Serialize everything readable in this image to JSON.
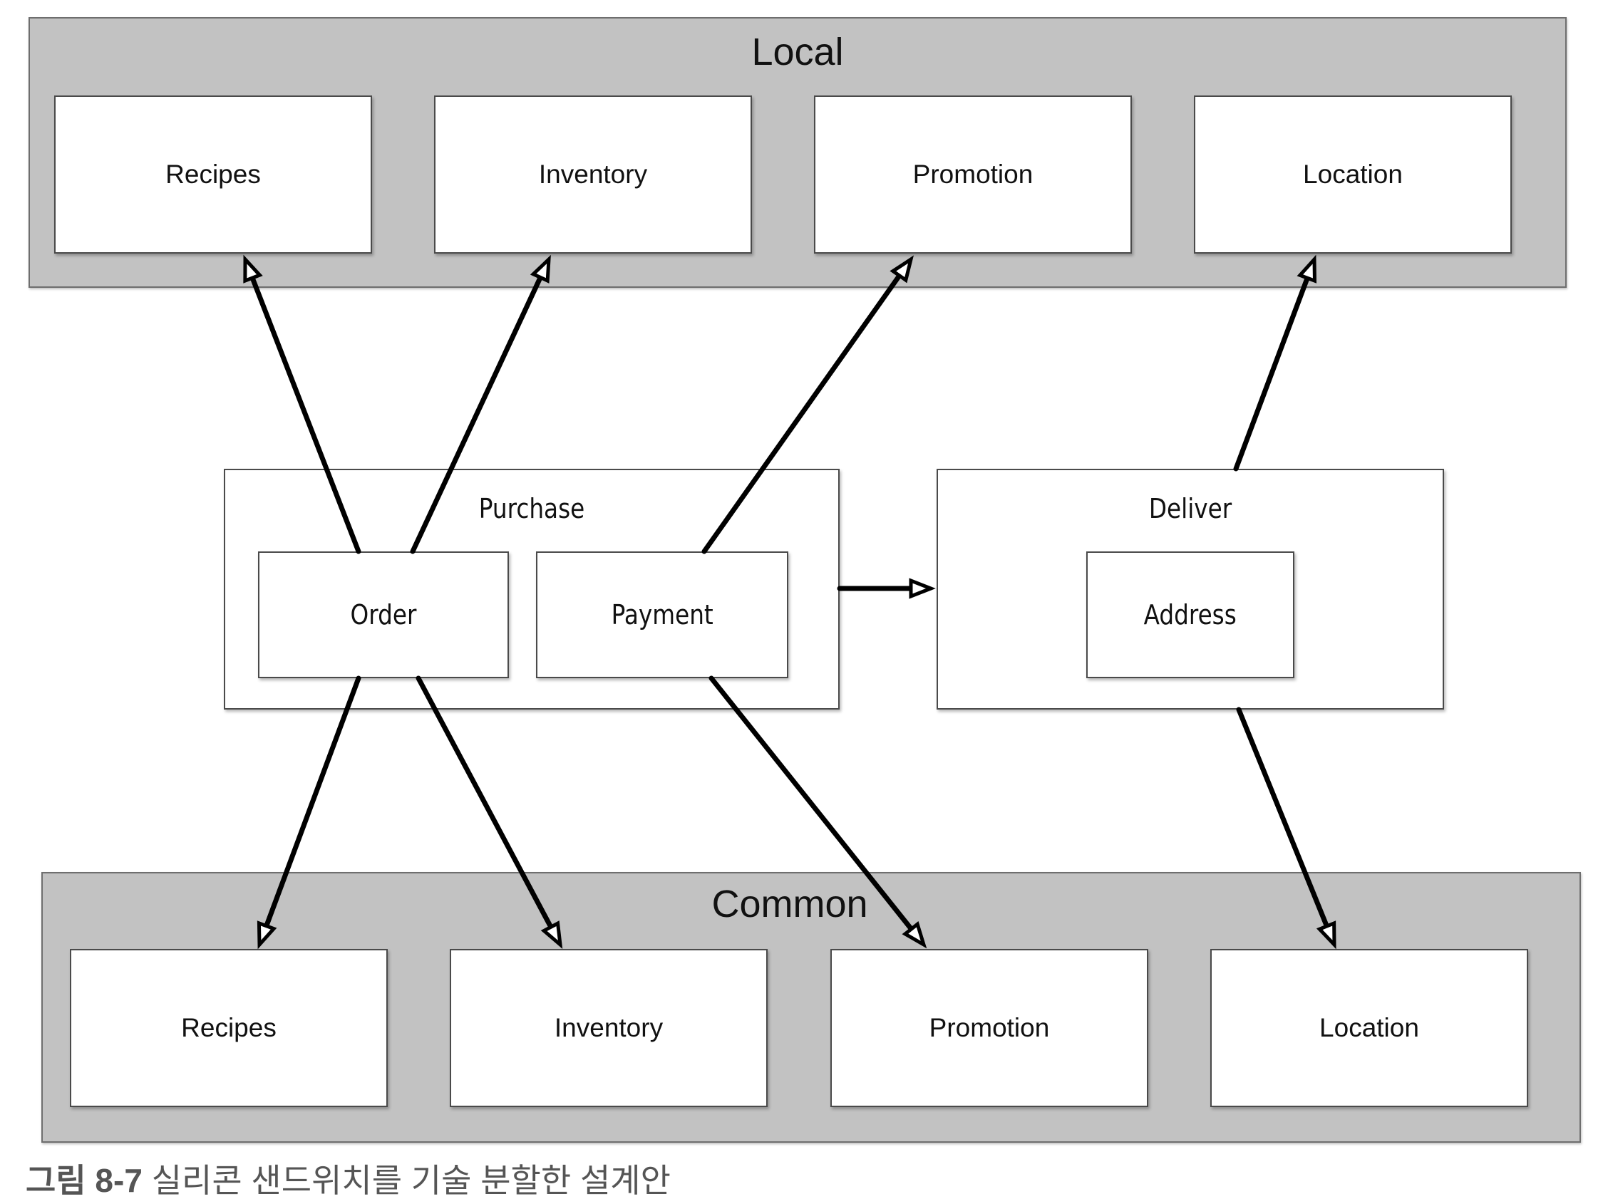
{
  "local": {
    "title": "Local",
    "items": [
      "Recipes",
      "Inventory",
      "Promotion",
      "Location"
    ]
  },
  "common": {
    "title": "Common",
    "items": [
      "Recipes",
      "Inventory",
      "Promotion",
      "Location"
    ]
  },
  "purchase": {
    "title": "Purchase",
    "order": "Order",
    "payment": "Payment"
  },
  "deliver": {
    "title": "Deliver",
    "address": "Address"
  },
  "caption": {
    "number": "그림 8-7",
    "text": "실리콘 샌드위치를 기술 분할한 설계안"
  },
  "colors": {
    "group_fill": "#c2c2c2",
    "box_fill": "#ffffff",
    "arrow": "#000000"
  }
}
